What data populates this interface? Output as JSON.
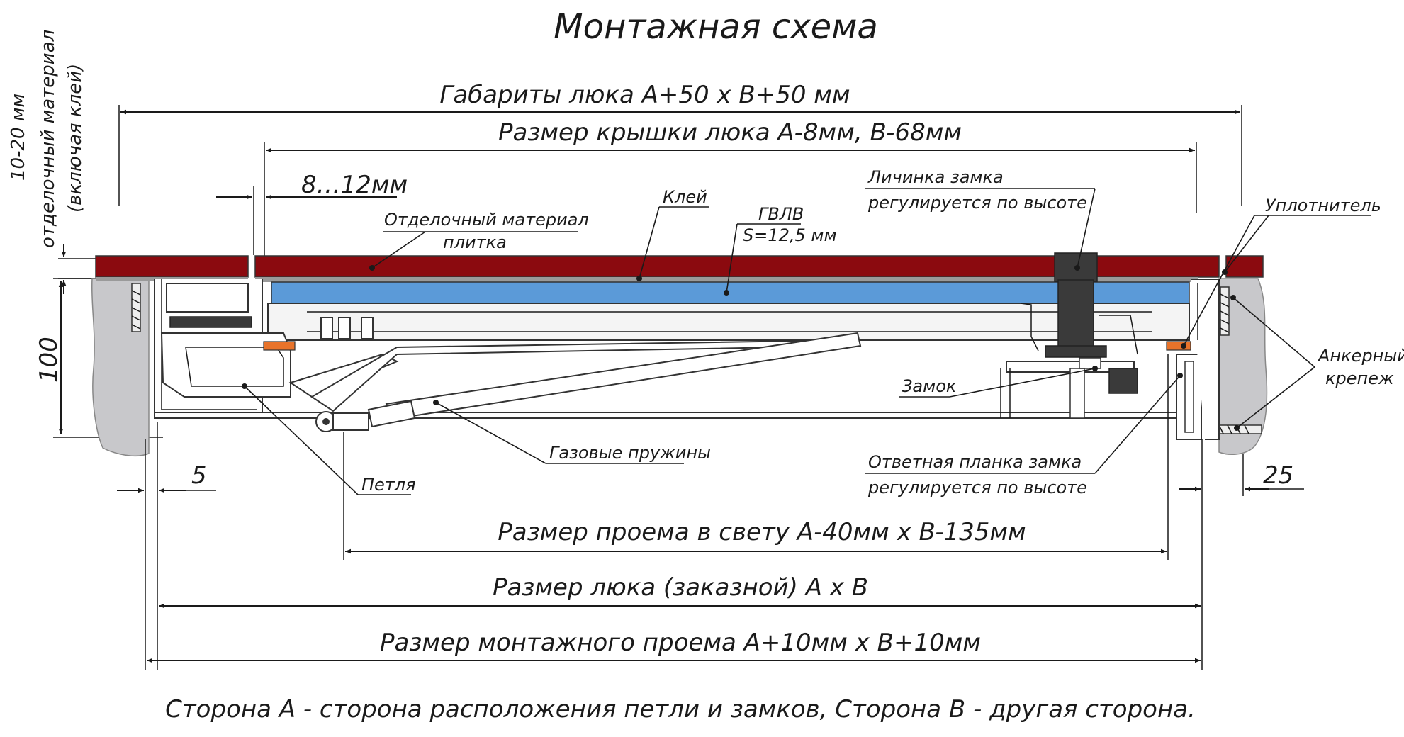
{
  "title": "Монтажная схема",
  "dimensions": {
    "hatch_overall": "Габариты люка A+50 x B+50 мм",
    "cover_size": "Размер крышки люка A-8мм, B-68мм",
    "gap": "8…12мм",
    "clear_opening": "Размер проема в свету A-40мм x B-135мм",
    "hatch_size": "Размер люка (заказной) A x B",
    "mounting_opening": "Размер монтажного проема A+10мм x B+10мм",
    "left_offset": "5",
    "right_offset": "25",
    "height": "100"
  },
  "side_note": {
    "line1": "10-20 мм",
    "line2": "отделочный материал",
    "line3": "(включая клей)"
  },
  "labels": {
    "finish_material_1": "Отделочный материал",
    "finish_material_2": "плитка",
    "glue": "Клей",
    "gvl_1": "ГВЛВ",
    "gvl_2": "S=12,5 мм",
    "lock_cylinder_1": "Личинка замка",
    "lock_cylinder_2": "регулируется по высоте",
    "seal": "Уплотнитель",
    "anchor_1": "Анкерный",
    "anchor_2": "крепеж",
    "lock": "Замок",
    "gas_springs": "Газовые пружины",
    "hinge": "Петля",
    "strike_1": "Ответная планка замка",
    "strike_2": "регулируется по высоте"
  },
  "footer": "Сторона A - сторона расположения петли и замков, Сторона B - другая сторона.",
  "colors": {
    "tile": "#8b0a0f",
    "gvl": "#5b9ad8",
    "wall": "#c8c8cb",
    "seal": "#e8732a",
    "line": "#1a1a1a"
  }
}
